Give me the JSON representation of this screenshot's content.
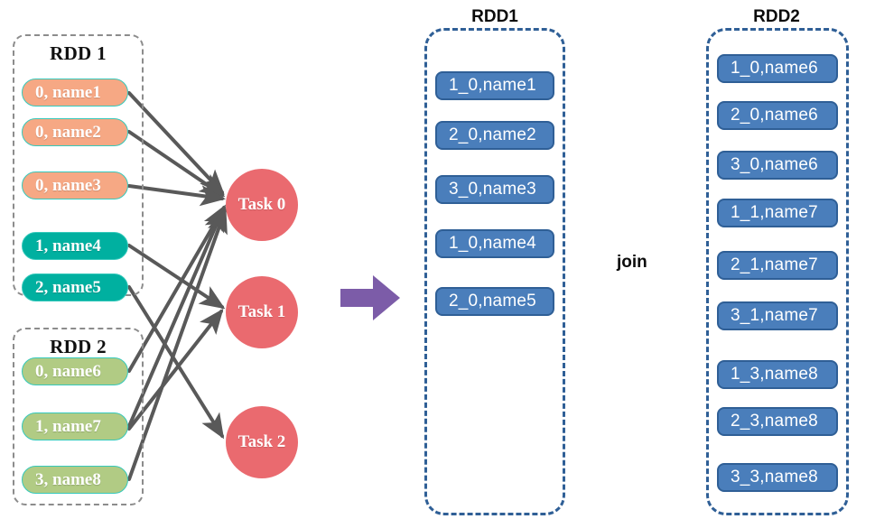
{
  "diagram": {
    "title_hidden": "",
    "colors": {
      "orange_chip": "#f6a884",
      "teal_chip": "#00b0a0",
      "green_chip": "#b1cb84",
      "chip_border": "#35c9bb",
      "task_circle": "#ea6a6f",
      "blue_chip": "#4a7ebb",
      "blue_border": "#2f5f96",
      "dashed_gray": "#8c8c8c",
      "edge_gray": "#595959",
      "purple_arrow": "#7c5ca8"
    },
    "source_groups": [
      {
        "id": "rdd-1",
        "label": "RDD 1",
        "items": [
          {
            "label": "0, name1",
            "color": "orange"
          },
          {
            "label": "0, name2",
            "color": "orange"
          },
          {
            "label": "0, name3",
            "color": "orange"
          },
          {
            "label": "1, name4",
            "color": "teal"
          },
          {
            "label": "2, name5",
            "color": "teal"
          }
        ]
      },
      {
        "id": "rdd-2",
        "label": "RDD 2",
        "items": [
          {
            "label": "0, name6",
            "color": "green"
          },
          {
            "label": "1, name7",
            "color": "green"
          },
          {
            "label": "3, name8",
            "color": "green"
          }
        ]
      }
    ],
    "tasks": [
      {
        "label": "Task 0"
      },
      {
        "label": "Task 1"
      },
      {
        "label": "Task 2"
      }
    ],
    "flow_arrow": "right-arrow-icon",
    "join_label": "join",
    "result_panels": [
      {
        "id": "rdd1-result",
        "label": "RDD1",
        "items": [
          "1_0,name1",
          "2_0,name2",
          "3_0,name3",
          "1_0,name4",
          "2_0,name5"
        ]
      },
      {
        "id": "rdd2-result",
        "label": "RDD2",
        "items": [
          "1_0,name6",
          "2_0,name6",
          "3_0,name6",
          "1_1,name7",
          "2_1,name7",
          "3_1,name7",
          "1_3,name8",
          "2_3,name8",
          "3_3,name8"
        ]
      }
    ],
    "edges": [
      {
        "from": "0, name1",
        "to": "Task 0"
      },
      {
        "from": "0, name2",
        "to": "Task 0"
      },
      {
        "from": "0, name3",
        "to": "Task 0"
      },
      {
        "from": "1, name4",
        "to": "Task 1"
      },
      {
        "from": "2, name5",
        "to": "Task 2"
      },
      {
        "from": "0, name6",
        "to": "Task 0"
      },
      {
        "from": "1, name7",
        "to": "Task 0"
      },
      {
        "from": "3, name8",
        "to": "Task 0"
      },
      {
        "from": "1, name7",
        "to": "Task 1"
      }
    ]
  }
}
